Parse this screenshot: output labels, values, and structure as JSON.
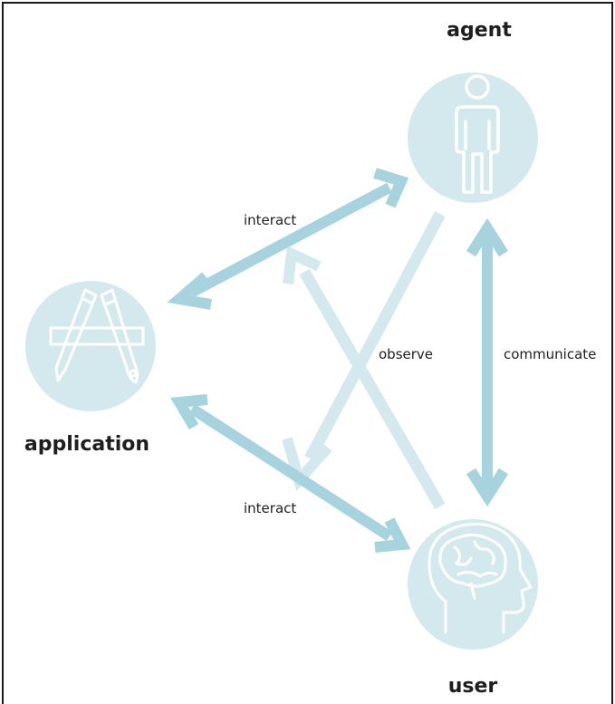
{
  "colors": {
    "circle": "#d4e9ee",
    "icon": "#ffffff",
    "arrow_strong": "#a7d3de",
    "arrow_light": "#d4e9ee",
    "text": "#1e1e1e",
    "frame": "#1a1a1a"
  },
  "nodes": {
    "agent": {
      "label": "agent",
      "icon": "person-icon"
    },
    "application": {
      "label": "application",
      "icon": "app-store-pencil-brush-icon"
    },
    "user": {
      "label": "user",
      "icon": "brain-head-icon"
    }
  },
  "edges": {
    "agent_application": {
      "label": "interact"
    },
    "application_user": {
      "label": "interact"
    },
    "observe": {
      "label": "observe"
    },
    "agent_user": {
      "label": "communicate"
    }
  }
}
